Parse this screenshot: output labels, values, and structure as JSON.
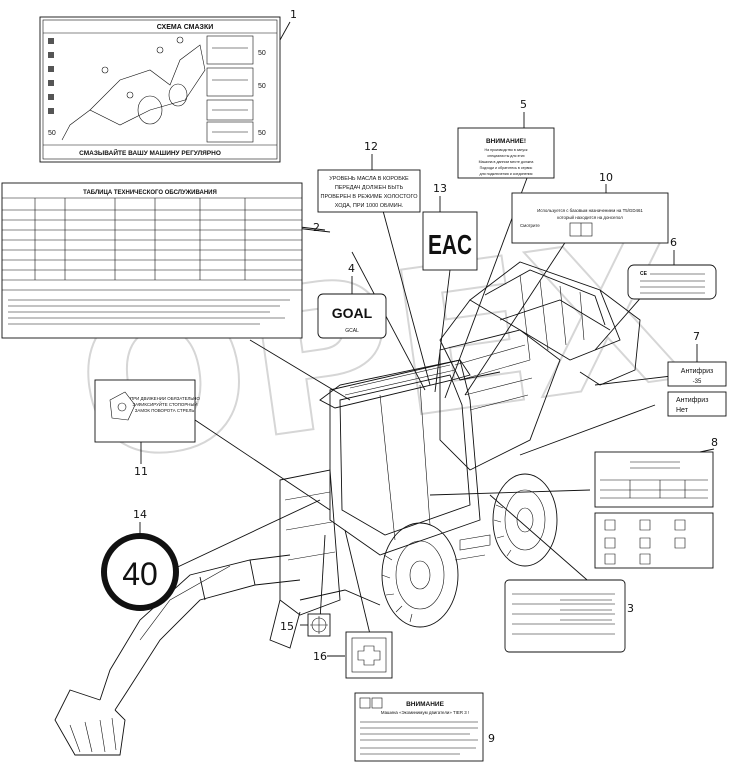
{
  "watermark": "OPEX",
  "callouts": [
    {
      "n": "1"
    },
    {
      "n": "2"
    },
    {
      "n": "3"
    },
    {
      "n": "4"
    },
    {
      "n": "5"
    },
    {
      "n": "6"
    },
    {
      "n": "7"
    },
    {
      "n": "8"
    },
    {
      "n": "9"
    },
    {
      "n": "10"
    },
    {
      "n": "11"
    },
    {
      "n": "12"
    },
    {
      "n": "13"
    },
    {
      "n": "14"
    },
    {
      "n": "15"
    },
    {
      "n": "16"
    }
  ],
  "label1": {
    "title": "СХЕМА СМАЗКИ",
    "footer": "СМАЗЫВАЙТЕ ВАШУ МАШИНУ РЕГУЛЯРНО",
    "side_values": [
      "50",
      "50",
      "50",
      "50"
    ]
  },
  "label2": {
    "title": "ТАБЛИЦА ТЕХНИЧЕСКОГО ОБСЛУЖИВАНИЯ"
  },
  "label4": {
    "sticker": "GOAL",
    "caption": "GCAL"
  },
  "label5": {
    "title": "ВНИМАНИЕ!",
    "lines": [
      "На производство в запуск",
      "специалисты для этих",
      "Машина в данном месте должна",
      "Подходи и обратитесь в сервис",
      "для подключения и соединения"
    ]
  },
  "label6": {
    "brand": "CE"
  },
  "label7": {
    "text": "Антифриз",
    "value": "-35"
  },
  "label7b": {
    "text": "Антифриз",
    "value": "Нет"
  },
  "label9": {
    "title": "ВНИМАНИЕ",
    "subtitle": "Машина «Экоминимум двигатели» TIER 3 !"
  },
  "label10": {
    "line1": "Используется с базовым назначением на T5/GD461",
    "line2": "который находится на донсепол",
    "line3": "Смотрите"
  },
  "label12": {
    "lines": [
      "УРОВЕНЬ МАСЛА В КОРОБКЕ",
      "ПЕРЕДАЧ ДОЛЖЕН БЫТЬ",
      "ПРОВЕРЕН В РЕЖИМЕ ХОЛОСТОГО",
      "ХОДА, ПРИ 1000 ОБ/МИН."
    ]
  },
  "label13": {
    "mark": "EAC"
  },
  "label14": {
    "speed": "40"
  },
  "label11": {
    "lines": [
      "ПРИ ДВИЖЕНИИ ОБЯЗАТЕЛЬНО",
      "ЗАФИКСИРУЙТЕ СТОПОРНЫЙ",
      "ЗАМОК ПОВОРОТА СТРЕЛЫ"
    ]
  }
}
